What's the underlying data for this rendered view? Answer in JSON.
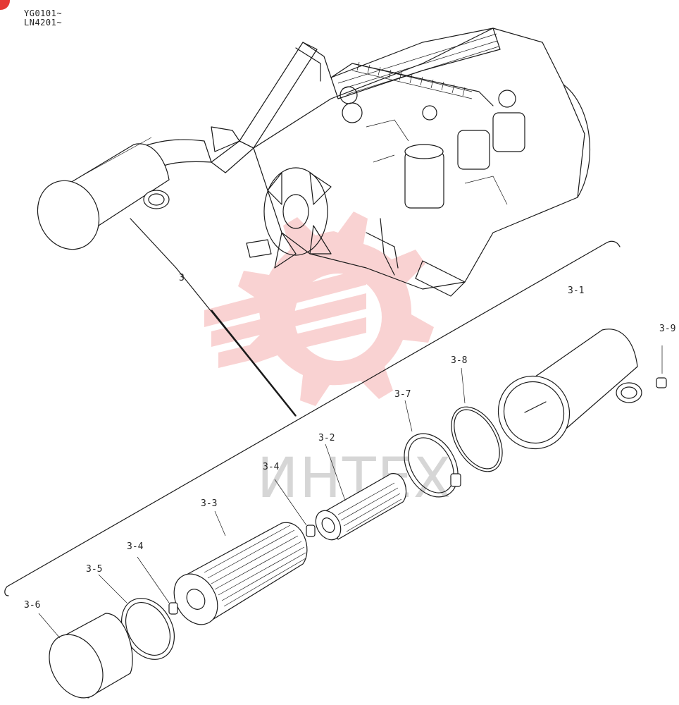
{
  "header": {
    "serial_1": "YG0101~",
    "serial_2": "LN4201~"
  },
  "watermark": {
    "text": "ИНТЕХ",
    "color": "#e53935"
  },
  "badge": {
    "color": "#e53935"
  },
  "callouts": {
    "assembly": "3",
    "cover": "3-1",
    "inner_element": "3-2",
    "outer_element": "3-3",
    "wing_nut_inner": "3-4",
    "wing_nut_outer": "3-4",
    "seal_cap": "3-5",
    "dust_cap": "3-6",
    "band_clamp": "3-7",
    "o_ring": "3-8",
    "plug": "3-9"
  }
}
